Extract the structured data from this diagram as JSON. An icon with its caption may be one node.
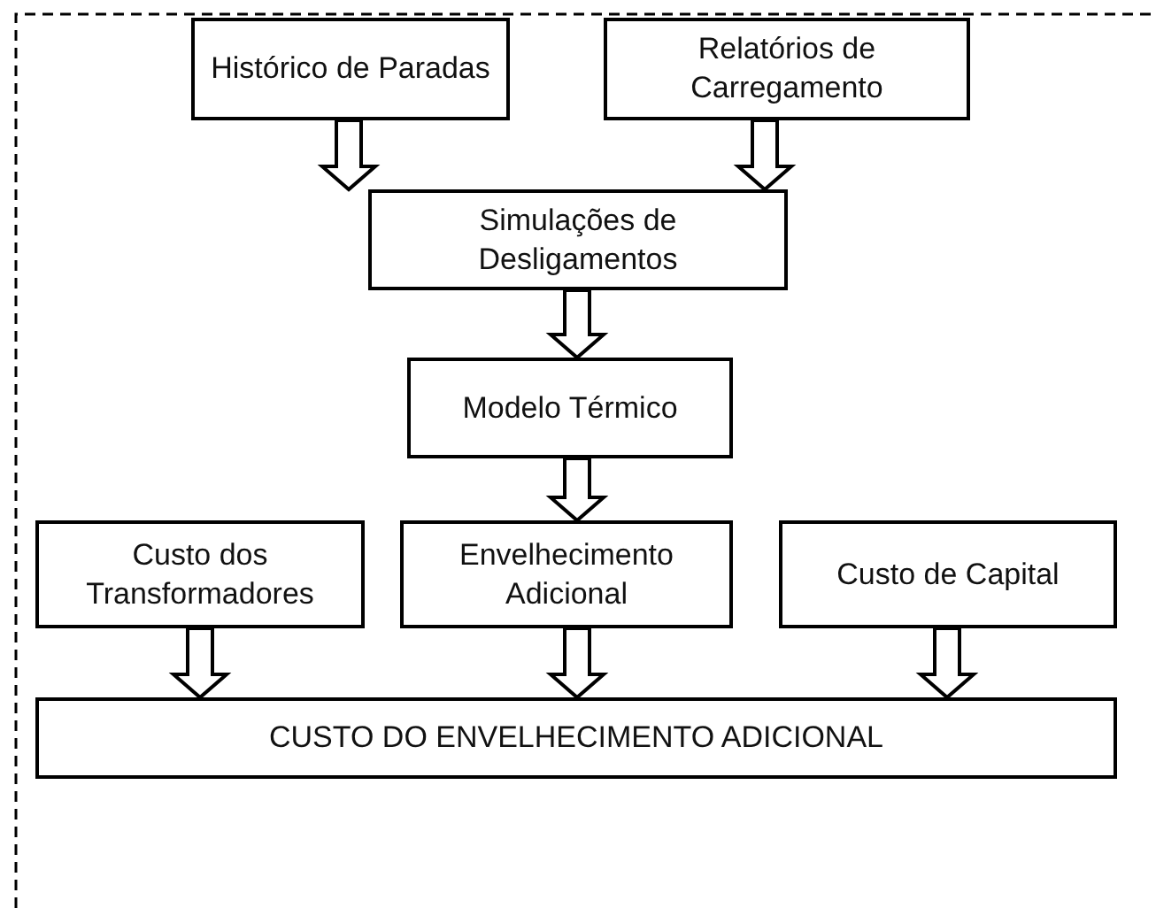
{
  "diagram": {
    "nodes": [
      {
        "text": [
          "Histórico de Paradas"
        ]
      },
      {
        "text": [
          "Relatórios de Carregamento"
        ]
      },
      {
        "text": [
          "Simulações de Desligamentos"
        ]
      },
      {
        "text": [
          "Modelo Térmico"
        ]
      },
      {
        "text": [
          "Custo dos Transformadores"
        ]
      },
      {
        "text": [
          "Envelhecimento Adicional"
        ]
      },
      {
        "text": [
          "Custo de Capital"
        ]
      },
      {
        "text": [
          "CUSTO DO ENVELHECIMENTO ADICIONAL"
        ]
      }
    ],
    "edges": [
      {
        "from": 0,
        "to": 2,
        "arrow": "to"
      },
      {
        "from": 1,
        "to": 2,
        "arrow": "to"
      },
      {
        "from": 2,
        "to": 3,
        "arrow": "to"
      },
      {
        "from": 3,
        "to": 5,
        "arrow": "to"
      },
      {
        "from": 4,
        "to": 7,
        "arrow": "to"
      },
      {
        "from": 5,
        "to": 7,
        "arrow": "to"
      },
      {
        "from": 6,
        "to": 7,
        "arrow": "to"
      }
    ]
  }
}
